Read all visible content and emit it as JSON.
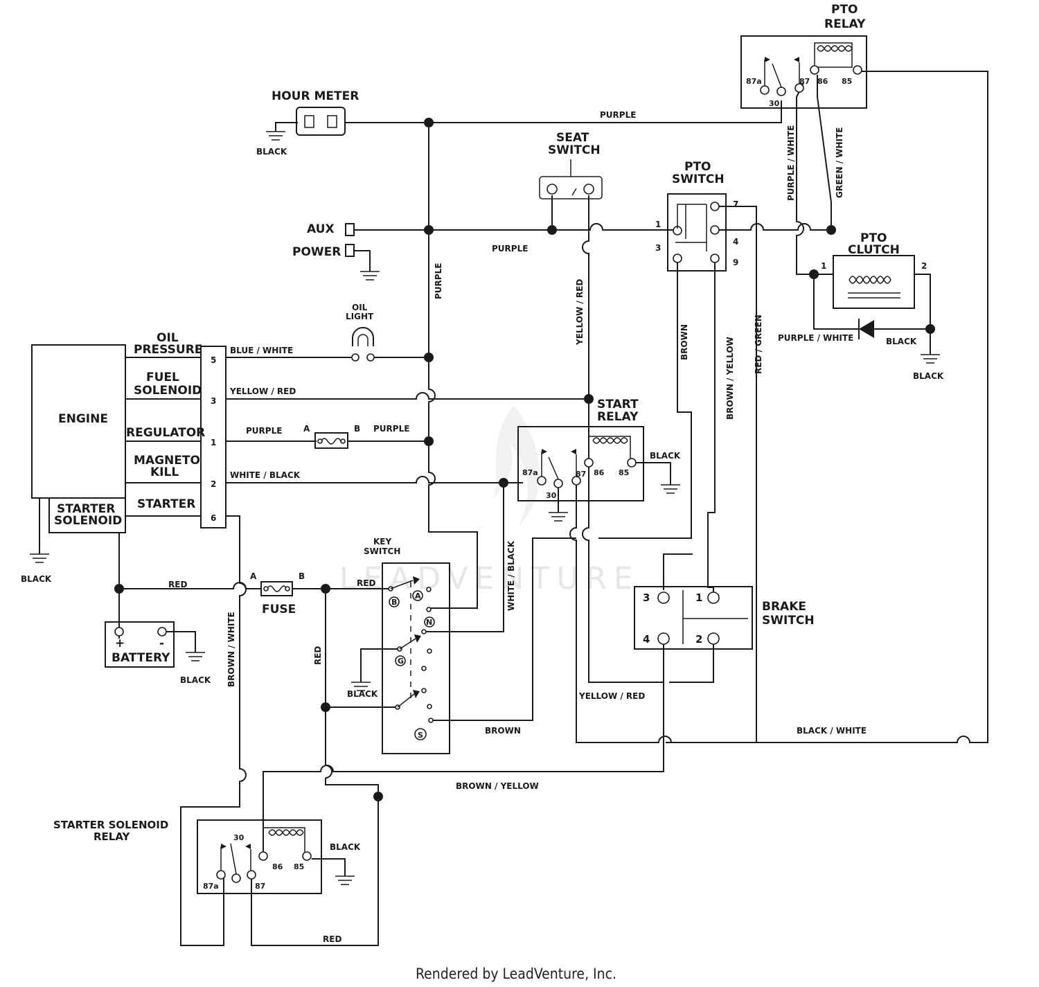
{
  "components": {
    "hour_meter": "HOUR METER",
    "seat_switch": [
      "SEAT",
      "SWITCH"
    ],
    "pto_switch": [
      "PTO",
      "SWITCH"
    ],
    "pto_relay": [
      "PTO",
      "RELAY"
    ],
    "pto_clutch": [
      "PTO",
      "CLUTCH"
    ],
    "aux": "AUX",
    "power": "POWER",
    "oil_light": [
      "OIL",
      "LIGHT"
    ],
    "engine": "ENGINE",
    "oil_pressure": [
      "OIL",
      "PRESSURE"
    ],
    "fuel_solenoid": [
      "FUEL",
      "SOLENOID"
    ],
    "regulator": "REGULATOR",
    "magneto_kill": [
      "MAGNETO",
      "KILL"
    ],
    "starter": "STARTER",
    "starter_solenoid": [
      "STARTER",
      "SOLENOID"
    ],
    "start_relay": [
      "START",
      "RELAY"
    ],
    "key_switch": [
      "KEY",
      "SWITCH"
    ],
    "brake_switch": [
      "BRAKE",
      "SWITCH"
    ],
    "fuse": "FUSE",
    "battery": "BATTERY",
    "battery_pos": "+",
    "battery_neg": "-",
    "starter_solenoid_relay": [
      "STARTER SOLENOID",
      "RELAY"
    ]
  },
  "wires": {
    "purple": "PURPLE",
    "black": "BLACK",
    "blue_white": "BLUE / WHITE",
    "yellow_red": "YELLOW / RED",
    "white_black": "WHITE / BLACK",
    "red": "RED",
    "brown": "BROWN",
    "brown_yellow": "BROWN / YELLOW",
    "brown_white": "BROWN / WHITE",
    "red_green": "RED / GREEN",
    "purple_white": "PURPLE / WHITE",
    "green_white": "GREEN / WHITE",
    "black_white": "BLACK / WHITE"
  },
  "terminals": {
    "engine_connector": [
      "5",
      "3",
      "1",
      "2",
      "6"
    ],
    "relay": [
      "87a",
      "30",
      "87",
      "86",
      "85"
    ],
    "pto_switch": [
      "1",
      "3",
      "7",
      "4",
      "9"
    ],
    "pto_clutch": [
      "1",
      "2"
    ],
    "brake_switch": [
      "3",
      "1",
      "4",
      "2"
    ],
    "key_switch": [
      "B",
      "A",
      "N",
      "G",
      "S"
    ],
    "fuse": [
      "A",
      "B"
    ]
  },
  "watermark": "LEADVENTURE",
  "footer": "Rendered by LeadVenture, Inc."
}
